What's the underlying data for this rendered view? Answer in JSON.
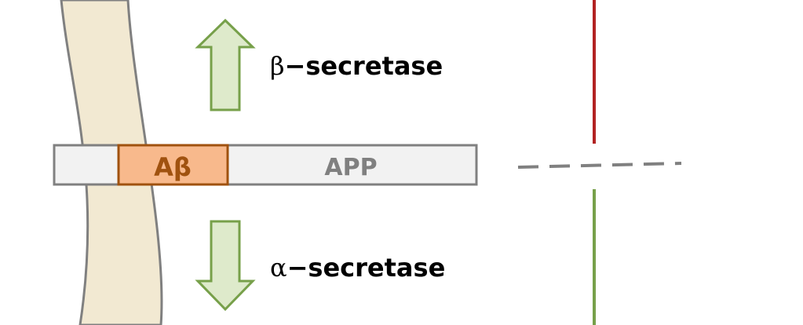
{
  "labels": {
    "abeta": "Aβ",
    "app": "APP",
    "beta_greek": "β",
    "alpha_greek": "α",
    "dash": "−",
    "enzyme_word": "secretase"
  },
  "colors": {
    "membrane_fill": "#f2e9d2",
    "membrane_stroke": "#808080",
    "app_fill": "#f2f2f2",
    "app_stroke": "#808080",
    "app_text": "#808080",
    "abeta_fill": "#f8b98c",
    "abeta_stroke": "#a0520f",
    "abeta_text": "#a0520f",
    "arrow_fill": "#deeacb",
    "arrow_stroke": "#77a04a",
    "beta_line": "#b22222",
    "alpha_line": "#77a04a",
    "dashed_line": "#808080",
    "text": "#000000"
  },
  "icons": {
    "up_arrow": "up-arrow-icon",
    "down_arrow": "down-arrow-icon"
  }
}
